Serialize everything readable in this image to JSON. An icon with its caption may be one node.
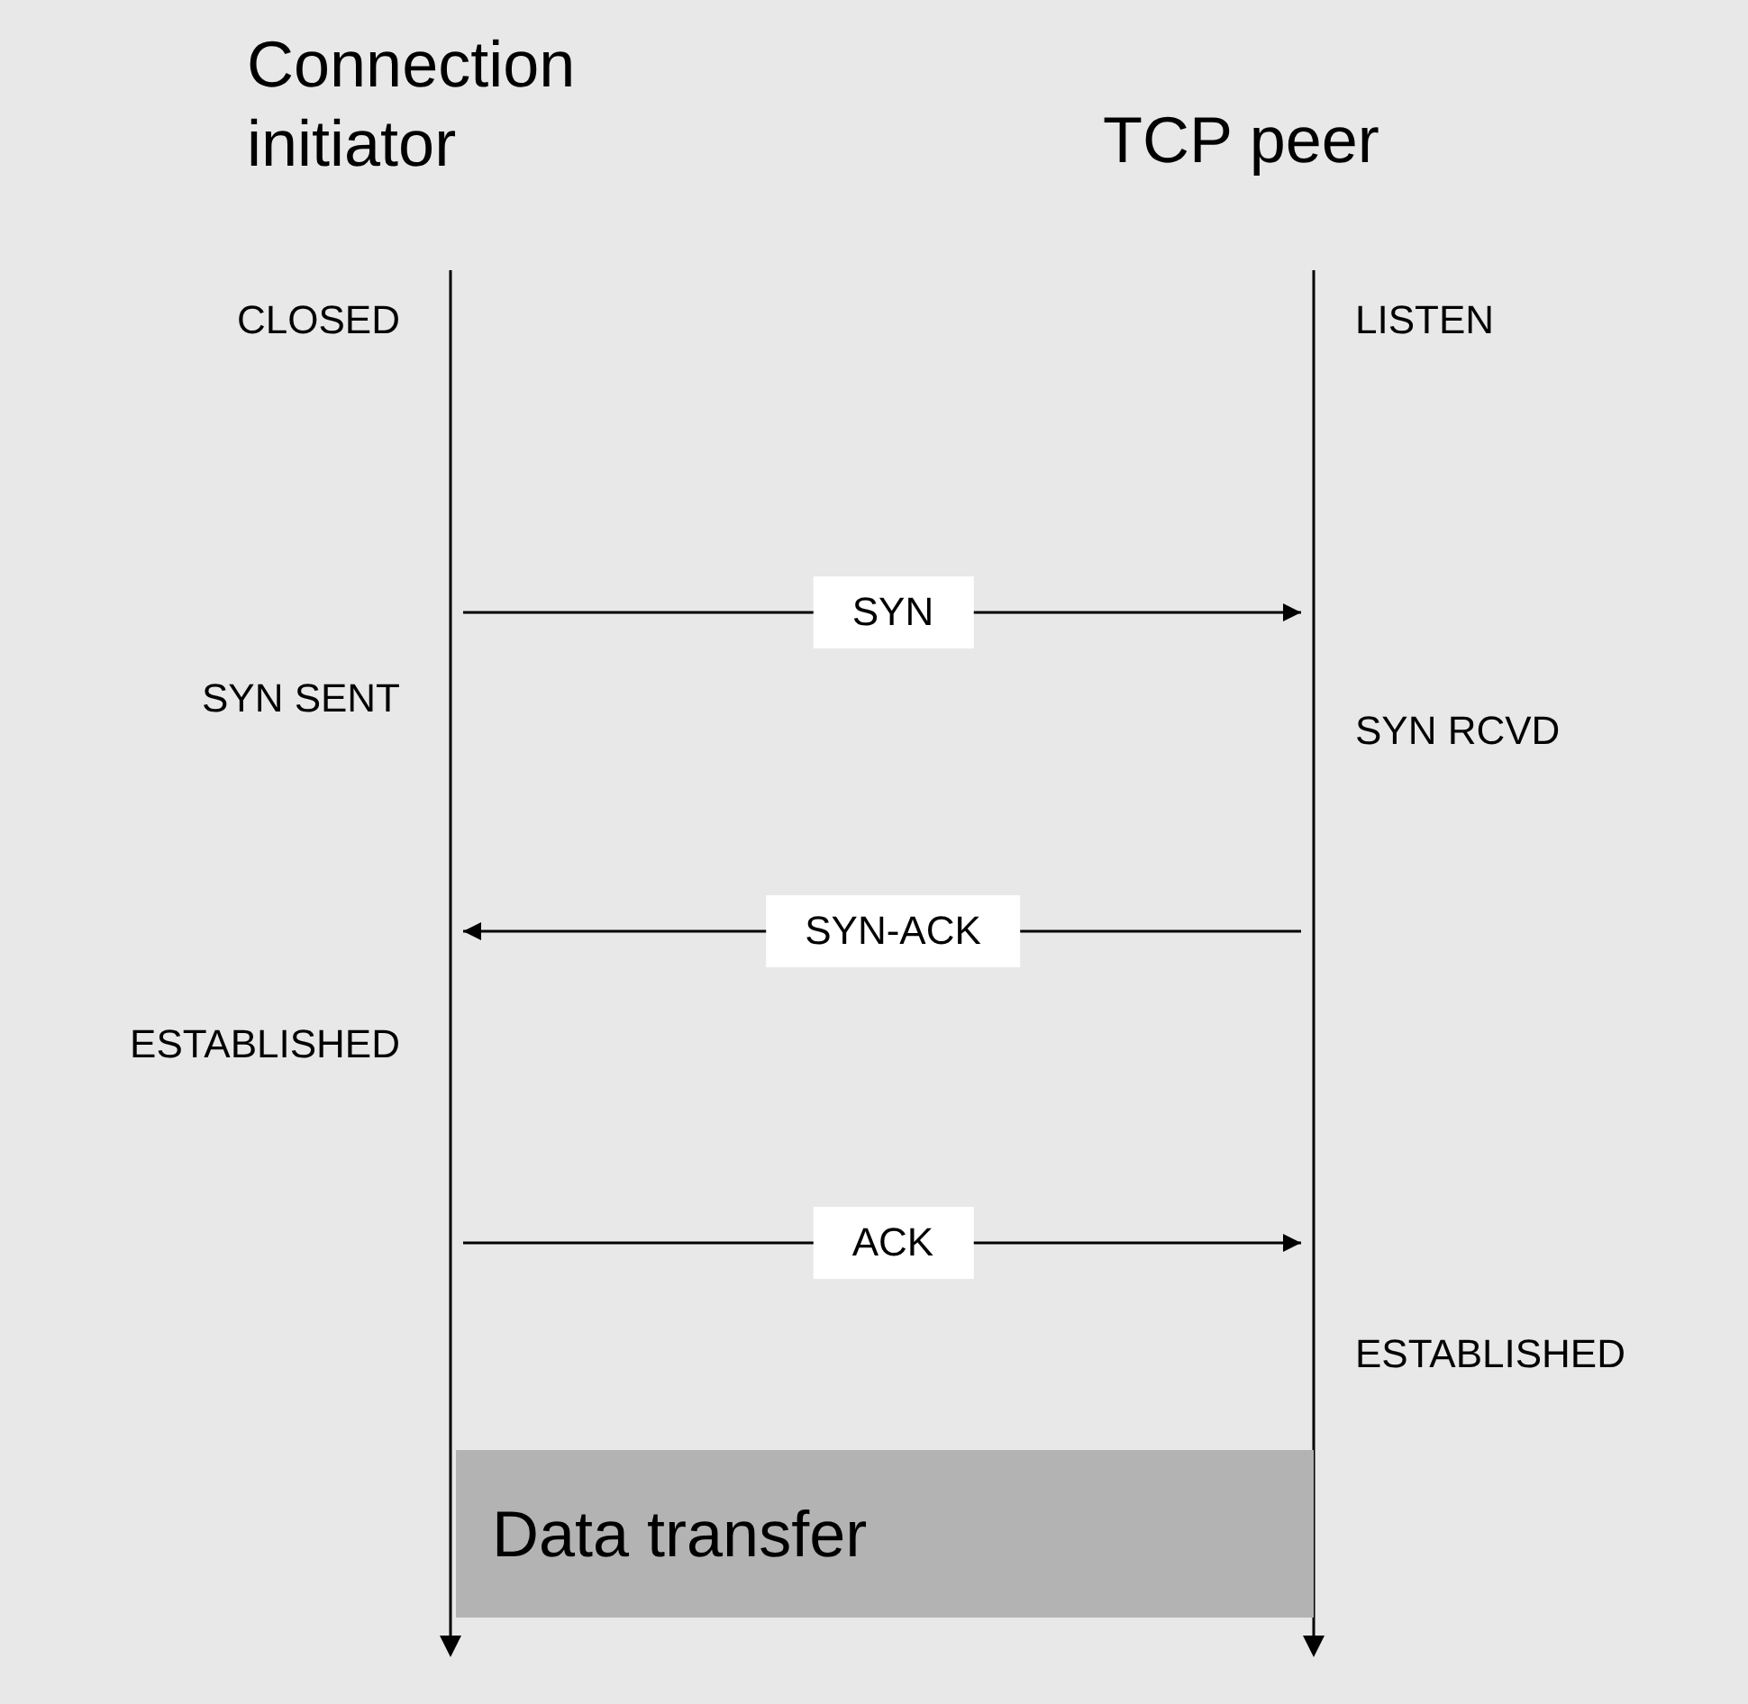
{
  "diagram": {
    "nodes": [
      {
        "text": [
          "Connection initiator"
        ]
      },
      {
        "text": [
          "TCP peer"
        ]
      },
      {
        "text": [],
        "shape": "bar"
      },
      {
        "text": [],
        "shape": "bar"
      },
      {
        "text": [
          "Data transfer"
        ]
      }
    ],
    "edges": [
      {
        "from": 2,
        "to": 3,
        "arrow": "to",
        "label": "SYN"
      },
      {
        "from": 3,
        "to": 2,
        "arrow": "to",
        "label": "SYN-ACK"
      },
      {
        "from": 2,
        "to": 3,
        "arrow": "to",
        "label": "ACK"
      }
    ],
    "labels": [
      "CLOSED",
      "LISTEN",
      "SYN SENT",
      "SYN RCVD",
      "ESTABLISHED",
      "ESTABLISHED"
    ]
  }
}
